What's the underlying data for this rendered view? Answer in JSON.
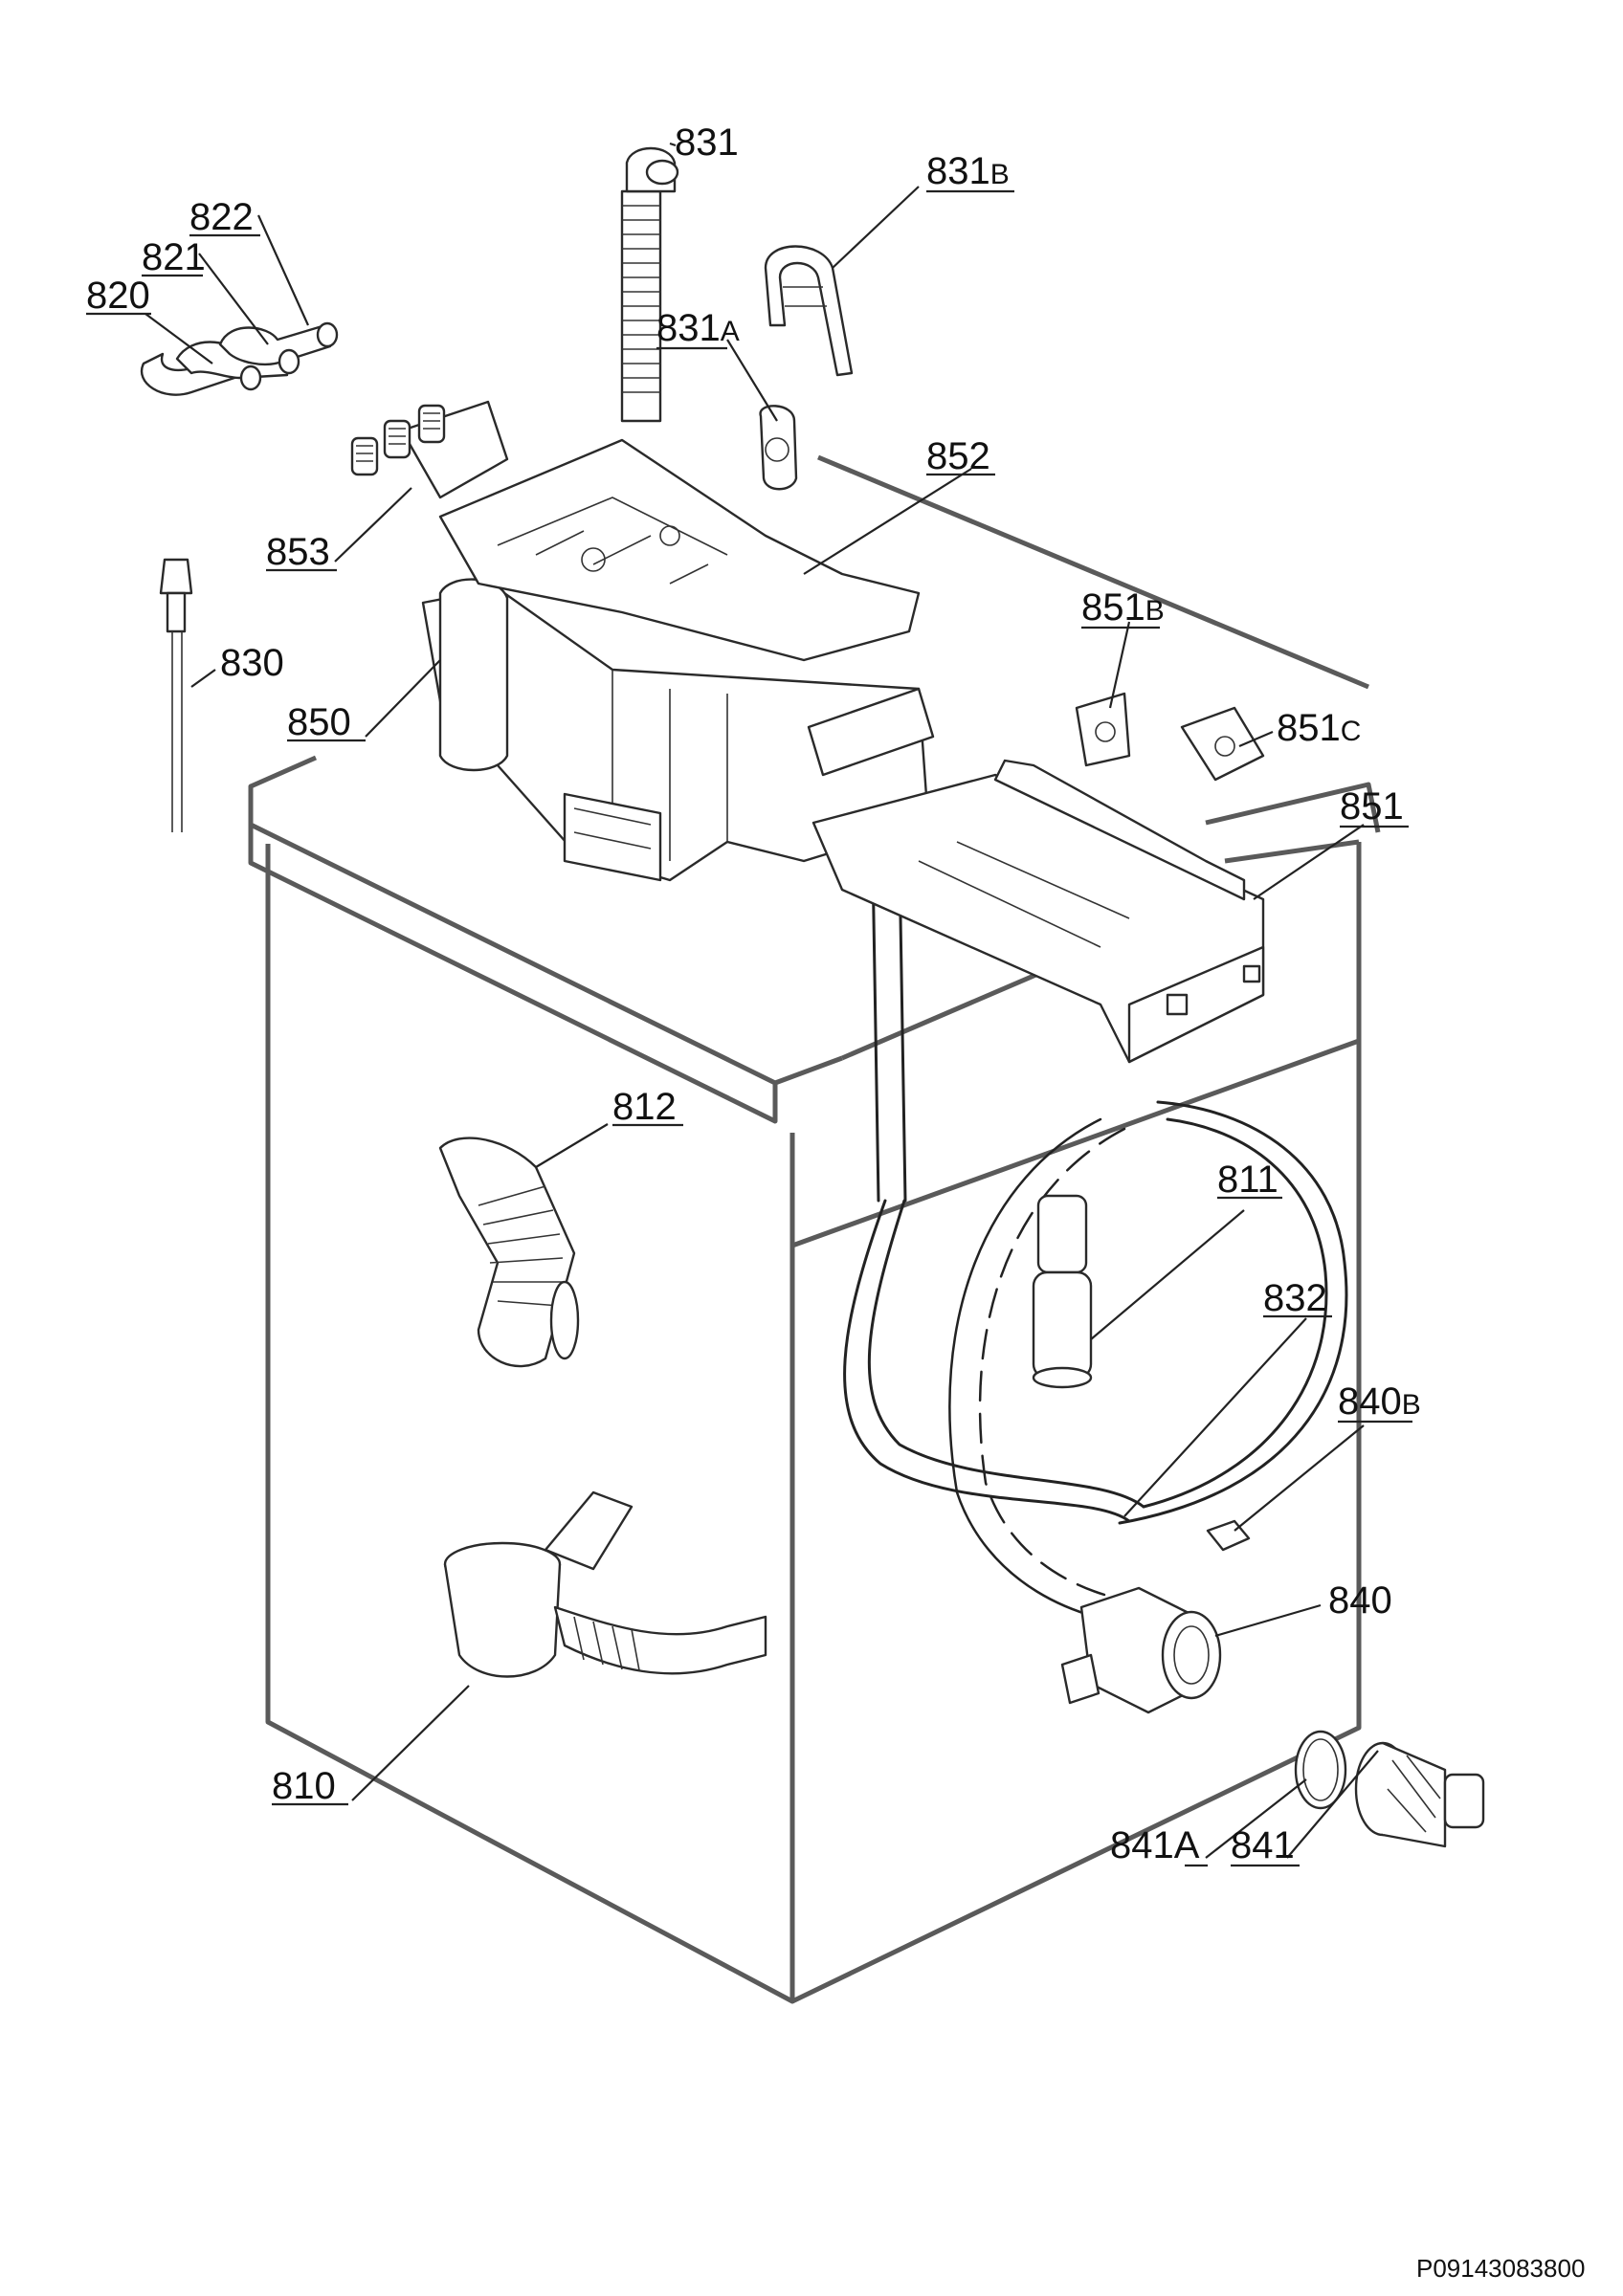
{
  "document_code": "P09143083800",
  "parts": [
    {
      "id": "810",
      "label": "810",
      "suffix": ""
    },
    {
      "id": "811",
      "label": "811",
      "suffix": ""
    },
    {
      "id": "812",
      "label": "812",
      "suffix": ""
    },
    {
      "id": "820",
      "label": "820",
      "suffix": ""
    },
    {
      "id": "821",
      "label": "821",
      "suffix": ""
    },
    {
      "id": "822",
      "label": "822",
      "suffix": ""
    },
    {
      "id": "830",
      "label": "830",
      "suffix": ""
    },
    {
      "id": "831",
      "label": "831",
      "suffix": ""
    },
    {
      "id": "831A",
      "label": "831",
      "suffix": "A"
    },
    {
      "id": "831B",
      "label": "831",
      "suffix": "B"
    },
    {
      "id": "832",
      "label": "832",
      "suffix": ""
    },
    {
      "id": "840",
      "label": "840",
      "suffix": ""
    },
    {
      "id": "840B",
      "label": "840",
      "suffix": "B"
    },
    {
      "id": "841",
      "label": "841",
      "suffix": ""
    },
    {
      "id": "841A",
      "label": "841",
      "suffix": "A"
    },
    {
      "id": "850",
      "label": "850",
      "suffix": ""
    },
    {
      "id": "851",
      "label": "851",
      "suffix": ""
    },
    {
      "id": "851B",
      "label": "851",
      "suffix": "B"
    },
    {
      "id": "851C",
      "label": "851",
      "suffix": "C"
    },
    {
      "id": "852",
      "label": "852",
      "suffix": ""
    },
    {
      "id": "853",
      "label": "853",
      "suffix": ""
    }
  ]
}
